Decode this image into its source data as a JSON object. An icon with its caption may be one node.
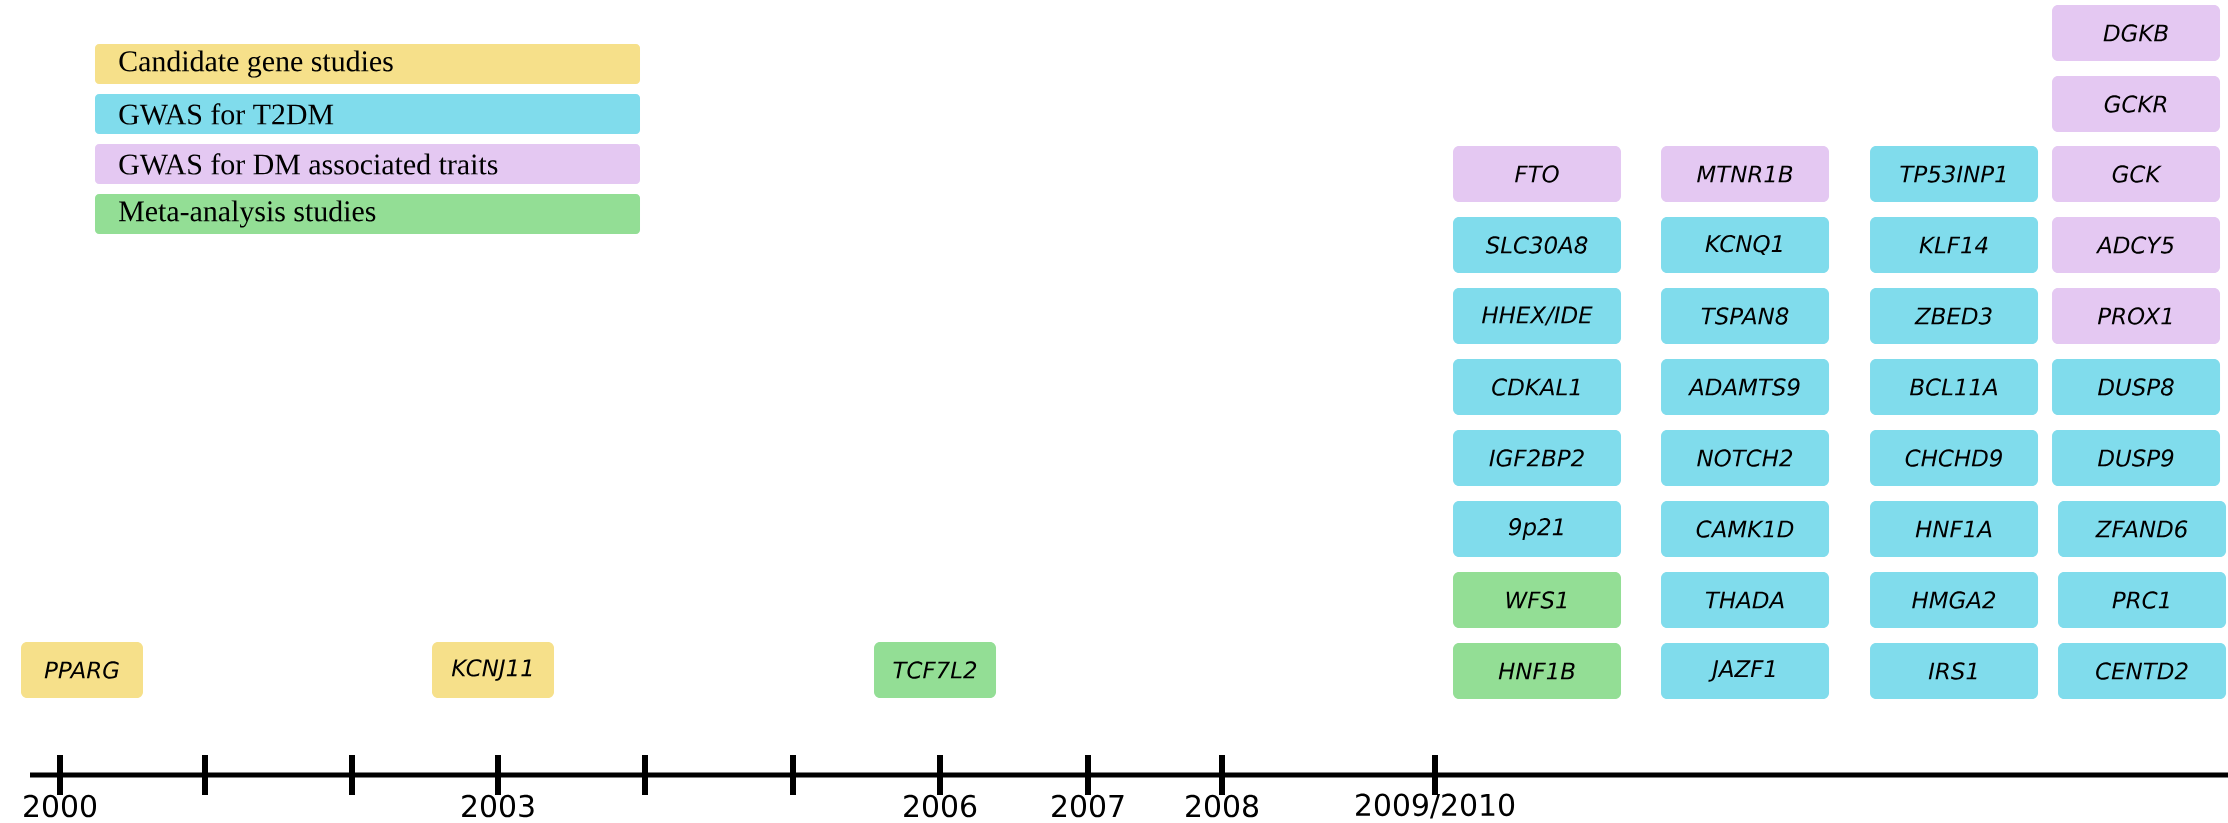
{
  "diagram": {
    "nodes": [
      {
        "text": [
          "PPARG"
        ]
      },
      {
        "text": [
          "KCNJ11"
        ]
      },
      {
        "text": [
          "TCF7L2"
        ]
      },
      {
        "text": [
          "FTO"
        ]
      },
      {
        "text": [
          "SLC30A8"
        ]
      },
      {
        "text": [
          "HHEX/IDE"
        ]
      },
      {
        "text": [
          "CDKAL1"
        ]
      },
      {
        "text": [
          "IGF2BP2"
        ]
      },
      {
        "text": [
          "9p21"
        ]
      },
      {
        "text": [
          "WFS1"
        ]
      },
      {
        "text": [
          "HNF1B"
        ]
      },
      {
        "text": [
          "MTNR1B"
        ]
      },
      {
        "text": [
          "KCNQ1"
        ]
      },
      {
        "text": [
          "TSPAN8"
        ]
      },
      {
        "text": [
          "ADAMTS9"
        ]
      },
      {
        "text": [
          "NOTCH2"
        ]
      },
      {
        "text": [
          "CAMK1D"
        ]
      },
      {
        "text": [
          "THADA"
        ]
      },
      {
        "text": [
          "JAZF1"
        ]
      },
      {
        "text": [
          "TP53INP1"
        ]
      },
      {
        "text": [
          "KLF14"
        ]
      },
      {
        "text": [
          "ZBED3"
        ]
      },
      {
        "text": [
          "BCL11A"
        ]
      },
      {
        "text": [
          "CHCHD9"
        ]
      },
      {
        "text": [
          "HNF1A"
        ]
      },
      {
        "text": [
          "HMGA2"
        ]
      },
      {
        "text": [
          "IRS1"
        ]
      },
      {
        "text": [
          "DGKB"
        ]
      },
      {
        "text": [
          "GCKR"
        ]
      },
      {
        "text": [
          "GCK"
        ]
      },
      {
        "text": [
          "ADCY5"
        ]
      },
      {
        "text": [
          "PROX1"
        ]
      },
      {
        "text": [
          "DUSP8"
        ]
      },
      {
        "text": [
          "DUSP9"
        ]
      },
      {
        "text": [
          "ZFAND6"
        ]
      },
      {
        "text": [
          "PRC1"
        ]
      },
      {
        "text": [
          "CENTD2"
        ]
      }
    ],
    "labels": [
      "2000",
      "2003",
      "2006",
      "2007",
      "2008",
      "2009/2010"
    ],
    "legend": [
      {
        "text": "Candidate gene studies",
        "color": "#f6e08a"
      },
      {
        "text": "GWAS for T2DM",
        "color": "#80dcec"
      },
      {
        "text": "GWAS for DM associated traits",
        "color": "#e4c8f2"
      },
      {
        "text": "Meta-analysis studies",
        "color": "#93de95"
      }
    ]
  }
}
